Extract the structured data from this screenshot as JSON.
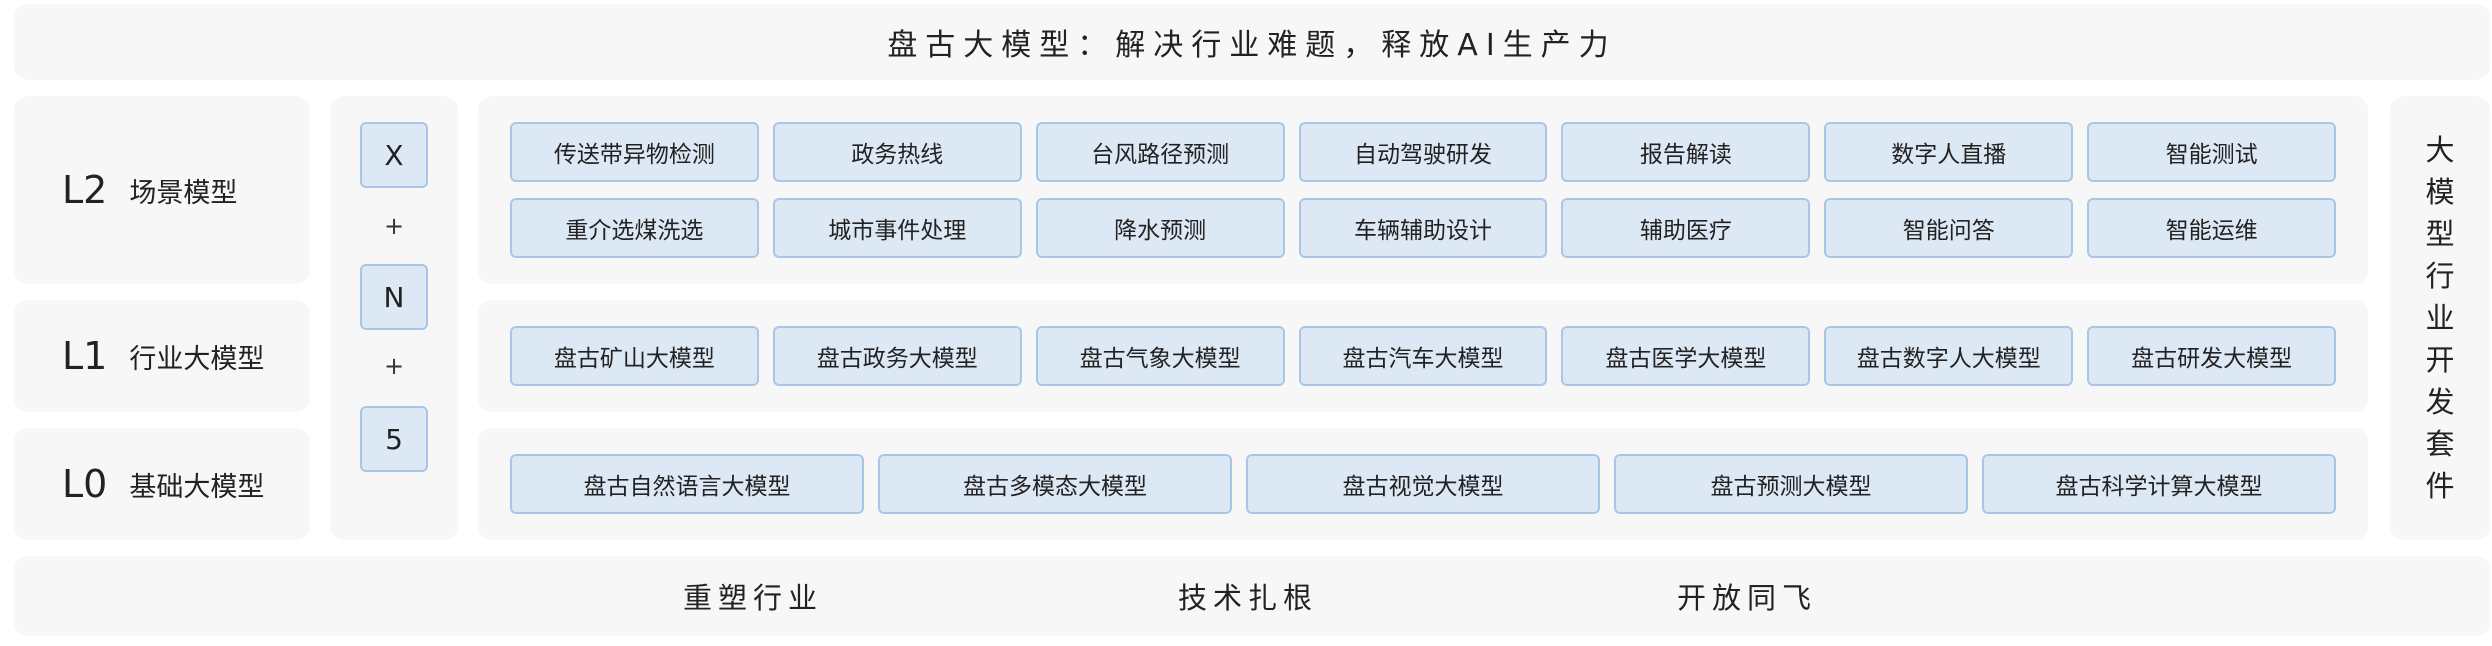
{
  "title": "盘古大模型：解决行业难题，释放AI生产力",
  "levels": [
    {
      "code": "L2",
      "name": "场景模型"
    },
    {
      "code": "L1",
      "name": "行业大模型"
    },
    {
      "code": "L0",
      "name": "基础大模型"
    }
  ],
  "formula": {
    "x": "X",
    "plus": "+",
    "n": "N",
    "five": "5"
  },
  "l2_scenarios": [
    "传送带异物检测",
    "政务热线",
    "台风路径预测",
    "自动驾驶研发",
    "报告解读",
    "数字人直播",
    "智能测试",
    "重介选煤洗选",
    "城市事件处理",
    "降水预测",
    "车辆辅助设计",
    "辅助医疗",
    "智能问答",
    "智能运维"
  ],
  "l1_industry_models": [
    "盘古矿山大模型",
    "盘古政务大模型",
    "盘古气象大模型",
    "盘古汽车大模型",
    "盘古医学大模型",
    "盘古数字人大模型",
    "盘古研发大模型"
  ],
  "l0_foundation_models": [
    "盘古自然语言大模型",
    "盘古多模态大模型",
    "盘古视觉大模型",
    "盘古预测大模型",
    "盘古科学计算大模型"
  ],
  "side_label": [
    "大",
    "模",
    "型",
    "行",
    "业",
    "开",
    "发",
    "套",
    "件"
  ],
  "bottom": [
    "重塑行业",
    "技术扎根",
    "开放同飞"
  ]
}
